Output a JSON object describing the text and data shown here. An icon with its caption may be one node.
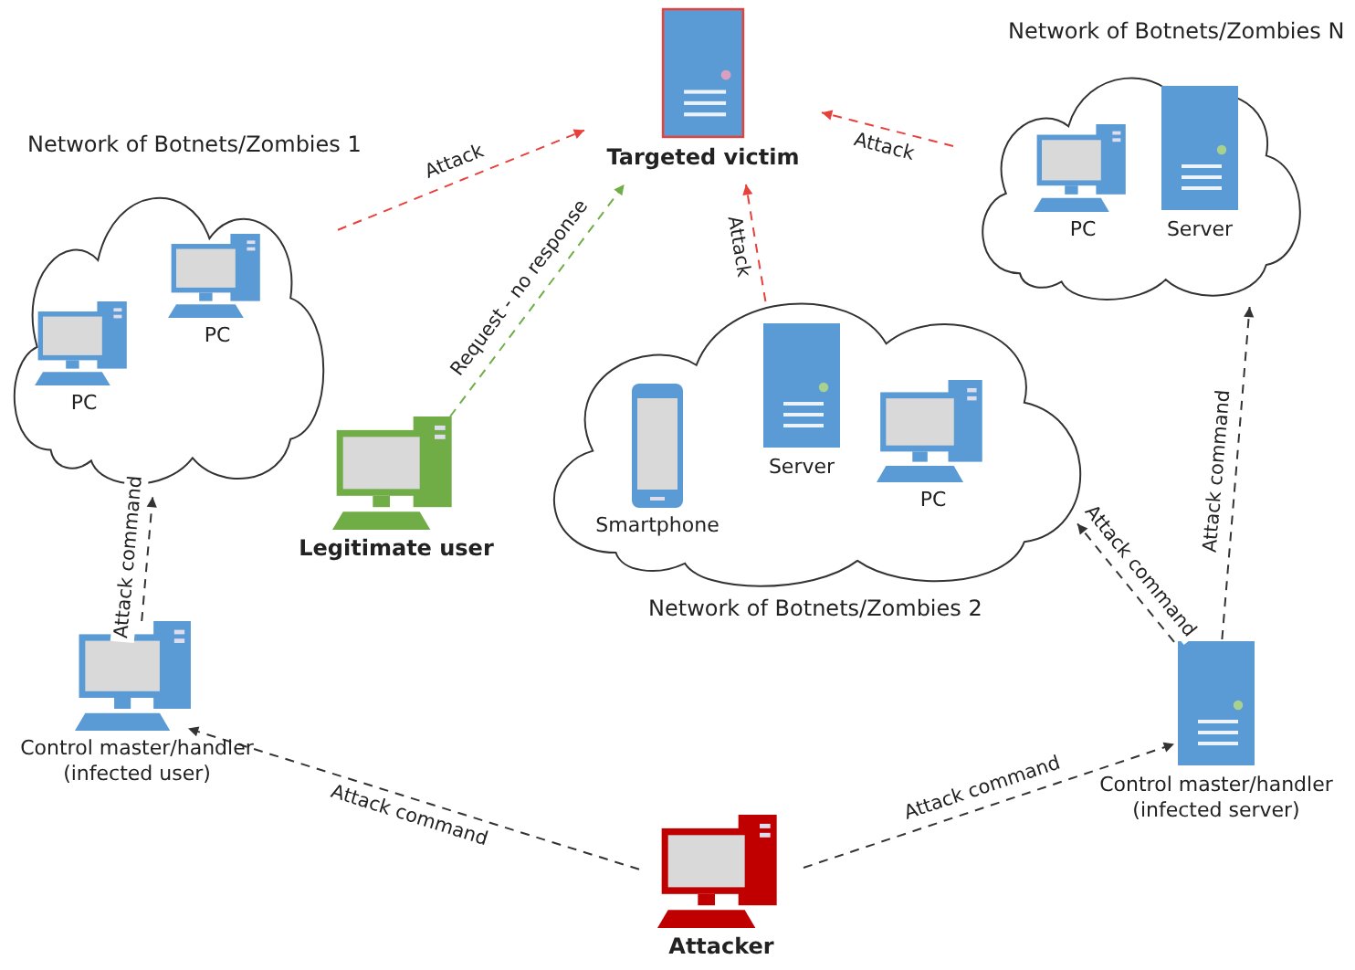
{
  "diagram": {
    "nodes": [
      {
        "text": [
          "Network of Botnets/Zombies 1"
        ]
      },
      {
        "text": [
          "PC"
        ],
        "in": 0
      },
      {
        "text": [
          "PC"
        ],
        "in": 0
      },
      {
        "text": [
          "Targeted victim"
        ]
      },
      {
        "text": [
          "Network of Botnets/Zombies N"
        ]
      },
      {
        "text": [
          "PC"
        ],
        "in": 4
      },
      {
        "text": [
          "Server"
        ],
        "in": 4
      },
      {
        "text": [
          "Legitimate user"
        ]
      },
      {
        "text": [
          "Network of Botnets/Zombies 2"
        ]
      },
      {
        "text": [
          "Smartphone"
        ],
        "in": 8
      },
      {
        "text": [
          "Server"
        ],
        "in": 8
      },
      {
        "text": [
          "PC"
        ],
        "in": 8
      },
      {
        "text": [
          "Control master/handler (infected user)"
        ]
      },
      {
        "text": [
          "Control master/handler (infected server)"
        ]
      },
      {
        "text": [
          "Attacker"
        ]
      }
    ],
    "edges": [
      {
        "from": 0,
        "to": 3,
        "arrow": "to",
        "label": "Attack",
        "style": "dashed",
        "color": "#e8403a"
      },
      {
        "from": 4,
        "to": 3,
        "arrow": "to",
        "label": "Attack",
        "style": "dashed",
        "color": "#e8403a"
      },
      {
        "from": 8,
        "to": 3,
        "arrow": "to",
        "label": "Attack",
        "style": "dashed",
        "color": "#e8403a"
      },
      {
        "from": 7,
        "to": 3,
        "arrow": "to",
        "label": "Request - no response",
        "style": "dashed",
        "color": "#70ad47"
      },
      {
        "from": 12,
        "to": 0,
        "arrow": "to",
        "label": "Attack command",
        "style": "dashed"
      },
      {
        "from": 13,
        "to": 8,
        "arrow": "to",
        "label": "Attack command",
        "style": "dashed"
      },
      {
        "from": 13,
        "to": 4,
        "arrow": "to",
        "label": "Attack command",
        "style": "dashed"
      },
      {
        "from": 14,
        "to": 12,
        "arrow": "to",
        "label": "Attack command",
        "style": "dashed"
      },
      {
        "from": 14,
        "to": 13,
        "arrow": "to",
        "label": "Attack command",
        "style": "dashed"
      }
    ]
  }
}
